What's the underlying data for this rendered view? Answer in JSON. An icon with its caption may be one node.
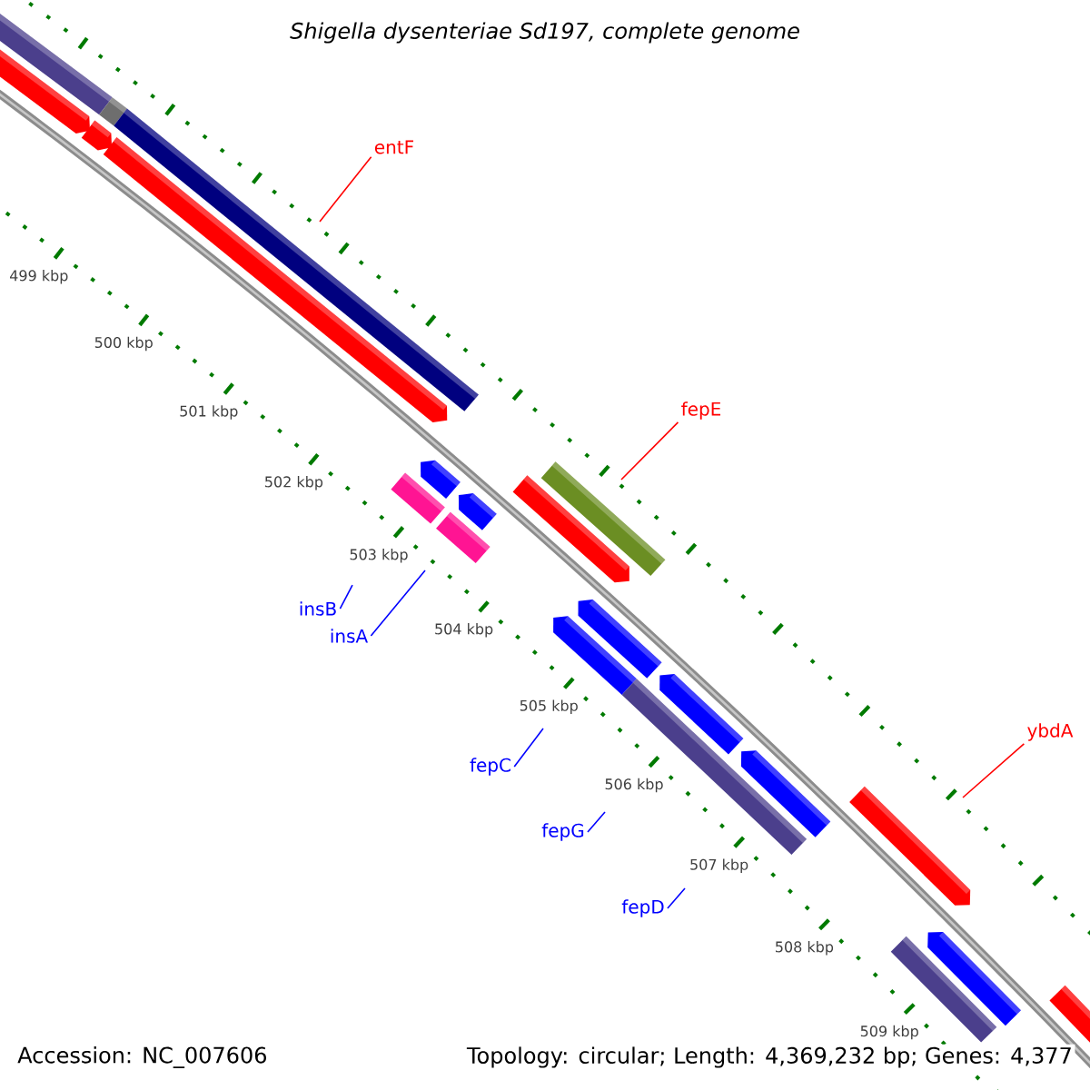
{
  "diagram": {
    "title": "Shigella dysenteriae Sd197, complete genome",
    "nodes": [
      {
        "text": [
          "entF"
        ]
      },
      {
        "text": [
          "fepE"
        ]
      },
      {
        "text": [
          "ybdA"
        ]
      },
      {
        "text": [
          "insB"
        ]
      },
      {
        "text": [
          "insA"
        ]
      },
      {
        "text": [
          "fepC"
        ]
      },
      {
        "text": [
          "fepG"
        ]
      },
      {
        "text": [
          "fepD"
        ]
      }
    ],
    "edges": [
      {
        "from": 0,
        "to": null,
        "arrow": "none",
        "color": "#ff0000"
      },
      {
        "from": 1,
        "to": null,
        "arrow": "none",
        "color": "#ff0000"
      },
      {
        "from": 2,
        "to": null,
        "arrow": "none",
        "color": "#ff0000"
      },
      {
        "from": 3,
        "to": null,
        "arrow": "none"
      },
      {
        "from": 4,
        "to": null,
        "arrow": "none"
      },
      {
        "from": 5,
        "to": null,
        "arrow": "none"
      },
      {
        "from": 6,
        "to": null,
        "arrow": "none"
      },
      {
        "from": 7,
        "to": null,
        "arrow": "none"
      }
    ],
    "labels": [
      "499 kbp",
      "500 kbp",
      "501 kbp",
      "502 kbp",
      "503 kbp",
      "504 kbp",
      "505 kbp",
      "506 kbp",
      "507 kbp",
      "508 kbp",
      "509 kbp",
      "Accession: NC_007606",
      "Topology: circular; Length: 4,369,232 bp; Genes: 4,377"
    ]
  }
}
